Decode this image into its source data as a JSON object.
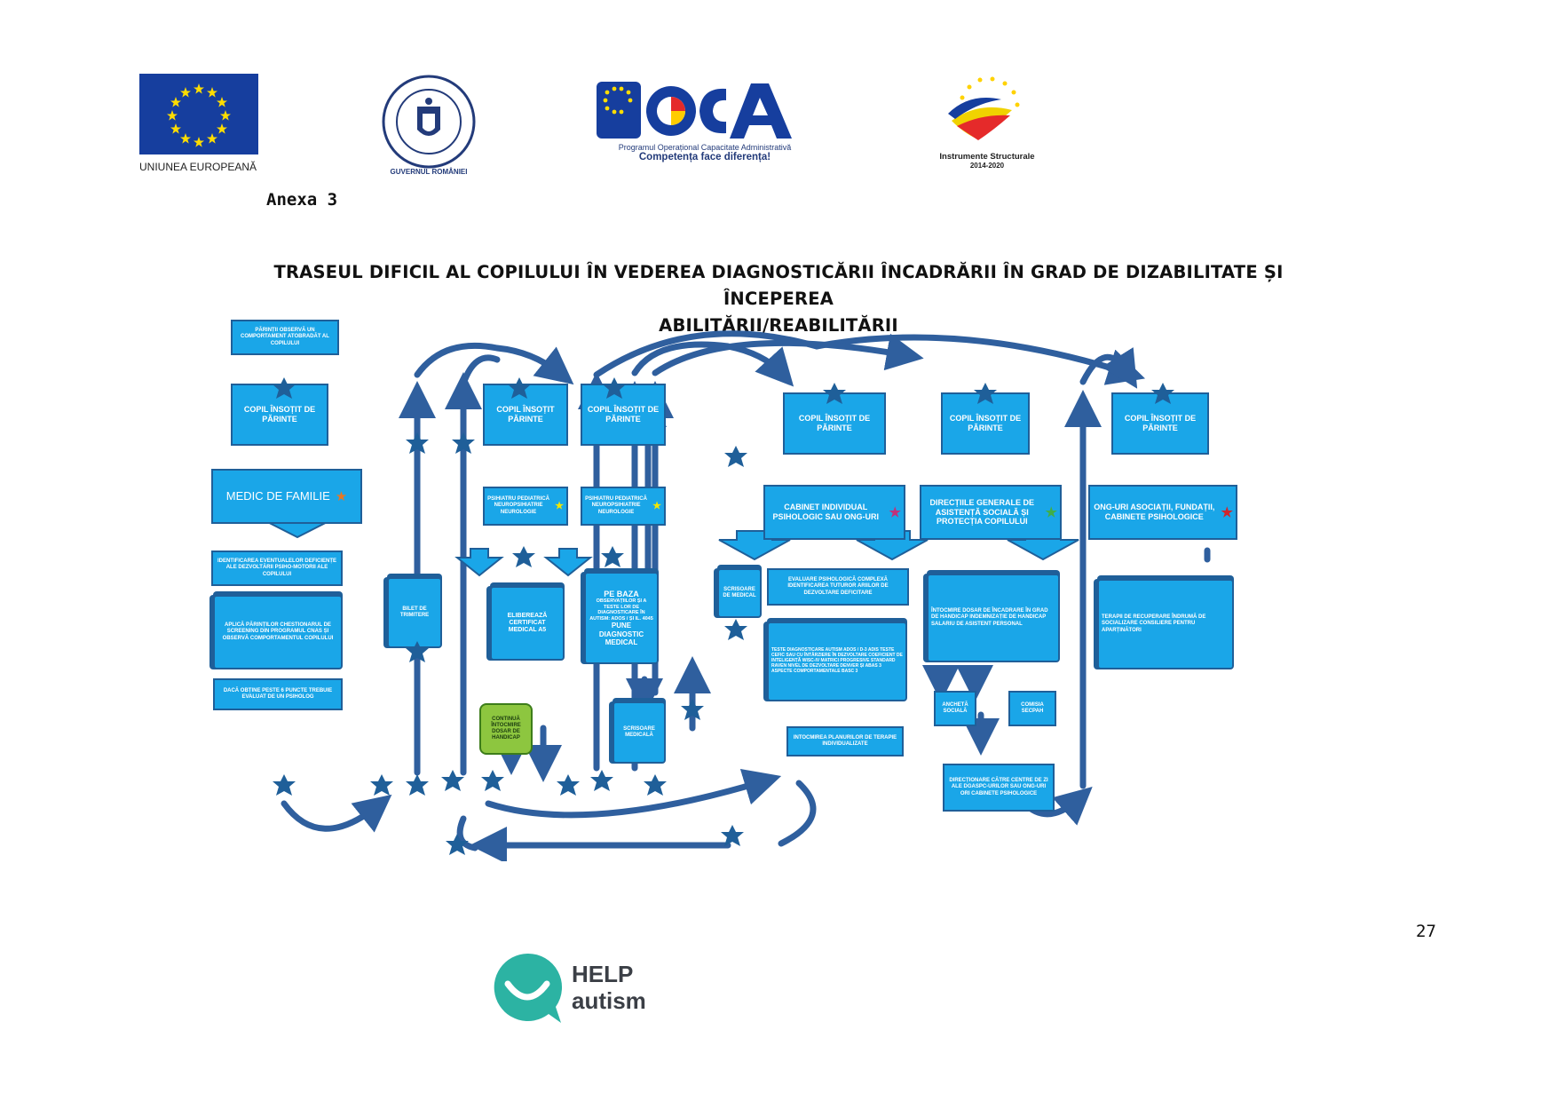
{
  "header": {
    "eu_caption": "UNIUNEA EUROPEANĂ",
    "gov_logo_text": "GUVERNUL ROMÂNIEI",
    "poca_logo_text": "POCA",
    "poca_line1": "Programul Operațional Capacitate Administrativă",
    "poca_line2": "Competența face diferența!",
    "is_line1": "Instrumente Structurale",
    "is_line2": "2014-2020"
  },
  "annex_label": "Anexa 3",
  "title": {
    "line1": "TRASEUL DIFICIL AL COPILULUI ÎN VEDEREA DIAGNOSTICĂRII ÎNCADRĂRII ÎN GRAD DE DIZABILITATE ȘI ÎNCEPEREA",
    "line2": "ABILITĂRII/REABILITĂRII"
  },
  "colors": {
    "box_fill": "#1aa6e8",
    "box_border": "#1f5f99",
    "arrow": "#2f5f9e",
    "green": "#8dc63f"
  },
  "diagram": {
    "start_box": "PĂRINȚII OBSERVĂ UN COMPORTAMENT ATOBRADĂT AL COPILULUI",
    "col1": {
      "header": "COPIL ÎNSOȚIT DE PĂRINTE",
      "provider": "MEDIC DE FAMILIE",
      "step1": "IDENTIFICAREA EVENTUALELOR DEFICIENȚE ALE DEZVOLTĂRII PSIHO-MOTORII ALE COPILULUI",
      "step2": "APLICĂ PĂRINȚILOR CHESTIONARUL DE SCREENING DIN PROGRAMUL CNAS ȘI OBSERVĂ COMPORTAMENTUL COPILULUI",
      "step3": "DACĂ OBȚINE PESTE 6 PUNCTE TREBUIE EVALUAT DE UN PSIHOLOG",
      "star_color": "#e87722"
    },
    "referral": "BILET DE TRIMITERE",
    "col2": {
      "header": "COPIL ÎNSOȚIT PĂRINTE",
      "provider": "PSIHIATRU PEDIATRICĂ NEUROPSIHIATRIE NEUROLOGIE",
      "step1": "ELIBEREAZĂ CERTIFICAT MEDICAL A5",
      "green_box": "CONTINUĂ ÎNTOCMIRE DOSAR DE HANDICAP",
      "star_color": "#f2e600"
    },
    "col3": {
      "header": "COPIL ÎNSOȚIT DE PĂRINTE",
      "provider": "PSIHIATRU PEDIATRICĂ NEUROPSIHIATRIE NEUROLOGIE",
      "step1_title": "PE BAZA",
      "step1_detail": "OBSERVAȚIILOR ȘI A TESTE LOR DE DIAGNOSTICARE ÎN AUTISM: ADOS / ȘI IL. 4045",
      "step1_action": "PUNE DIAGNOSTIC MEDICAL",
      "step2": "SCRISOARE MEDICALĂ",
      "star_color": "#f2e600"
    },
    "med_letter": "SCRISOARE DE MEDICAL",
    "col4": {
      "header": "COPIL ÎNSOȚIT DE PĂRINTE",
      "provider": "CABINET INDIVIDUAL PSIHOLOGIC SAU ONG-URI",
      "step1": "EVALUARE PSIHOLOGICĂ COMPLEXĂ IDENTIFICAREA TUTUROR ARIILOR DE DEZVOLTARE DEFICITARE",
      "step2": "TESTE DIAGNOSTICARE AUTISM ADOS / D-3 ADIS TESTE CEFIC SAU CU ÎNTÂRZIERE ÎN DEZVOLTARE COEFICIENT DE INTELIGENȚĂ WISC-IV MATRICI PROGRESIVE STANDARD RAVEN NIVEL DE DEZVOLTARE DENVER ȘI ABAS 3 ASPECTE COMPORTAMENTALE BASC 3",
      "step3": "INTOCMIREA PLANURILOR DE TERAPIE INDIVIDUALIZATE",
      "star_color": "#c0317a"
    },
    "col5": {
      "header": "COPIL ÎNSOȚIT DE PĂRINTE",
      "provider": "DIRECȚIILE GENERALE DE ASISTENȚĂ SOCIALĂ ȘI PROTECȚIA COPILULUI",
      "step1": "ÎNTOCMIRE DOSAR DE ÎNCADRARE ÎN GRAD DE HANDICAP INDEMNIZAȚIE DE HANDICAP SALARIU DE ASISTENT PERSONAL",
      "sub_a": "ANCHETĂ SOCIALĂ",
      "sub_b": "COMISIA SECPAH",
      "step2": "DIRECȚIONARE CĂTRE CENTRE DE ZI ALE DGASPC-URILOR SAU ONG-URI ORI CABINETE PSIHOLOGICE",
      "star_color": "#3fae49"
    },
    "col6": {
      "header": "COPIL ÎNSOȚIT DE PĂRINTE",
      "provider": "ONG-URI ASOCIAȚII, FUNDAȚII, CABINETE PSIHOLOGICE",
      "step1": "TERAPII DE RECUPERARE ÎNDRUMĂ DE SOCIALIZARE CONSILIERE PENTRU APARȚINĂTORI",
      "star_color": "#d0262c"
    }
  },
  "footer": {
    "help_line1": "HELP",
    "help_line2": "autism"
  },
  "page_number": "27"
}
